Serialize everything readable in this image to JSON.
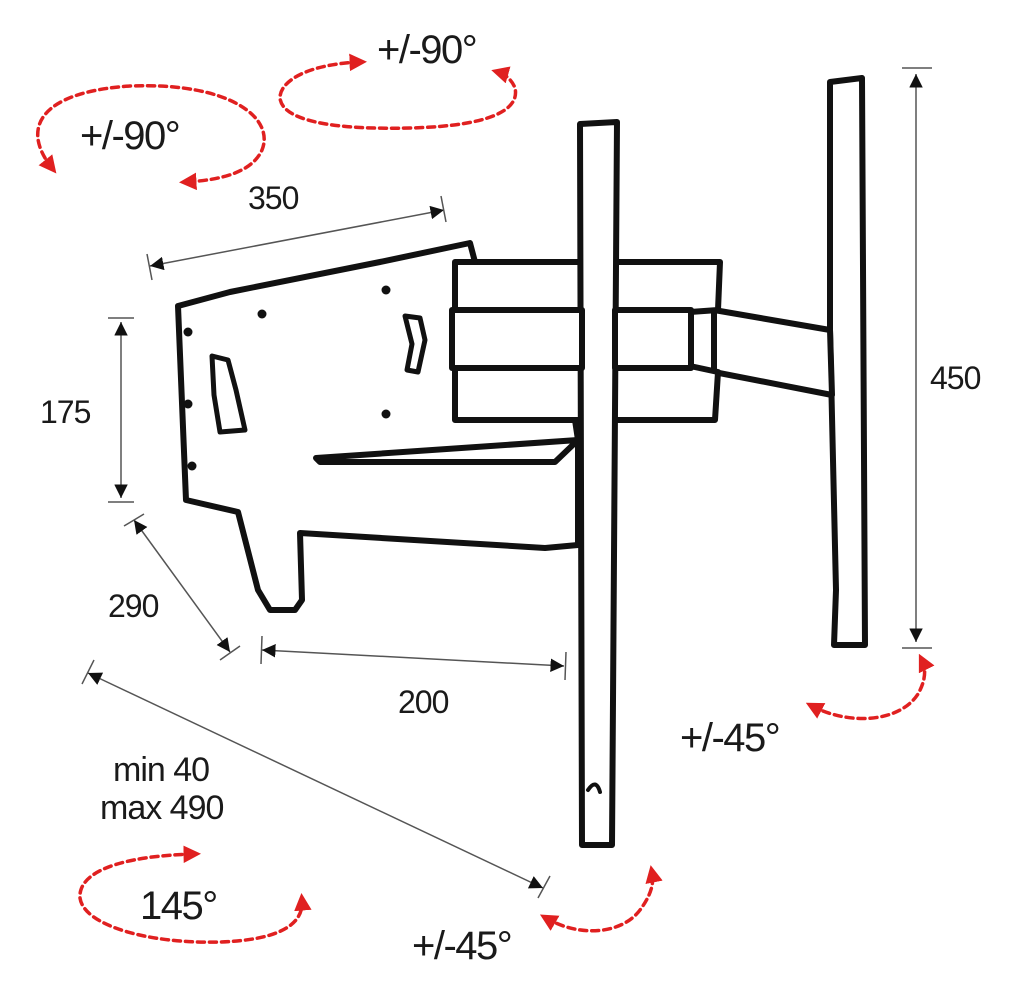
{
  "colors": {
    "outline": "#111111",
    "dimension_line": "#555555",
    "rotation_arrow": "#e02020",
    "background": "#ffffff"
  },
  "dimensions": {
    "wall_plate_height": "450",
    "arm_width": "350",
    "bracket_height": "175",
    "bracket_depth": "290",
    "arm_length": "200"
  },
  "extension": {
    "min": "min 40",
    "max": "max 490"
  },
  "rotations": {
    "top_right": "+/-90°",
    "top_left": "+/-90°",
    "swivel": "145°",
    "tilt_bottom": "+/-45°",
    "tilt_right": "+/-45°"
  }
}
